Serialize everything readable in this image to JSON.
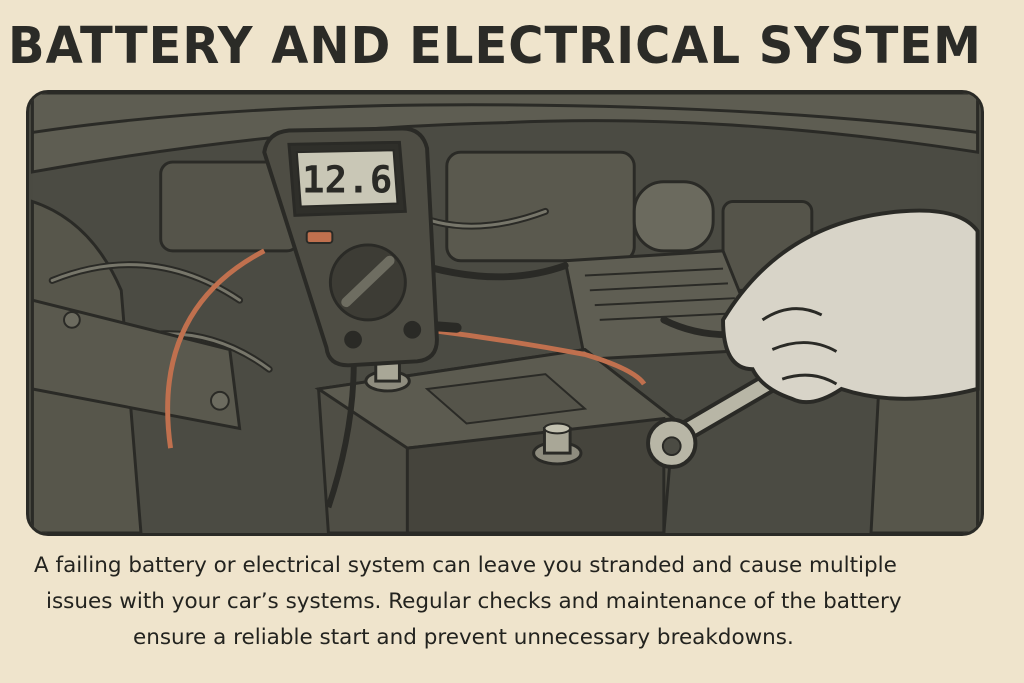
{
  "header": {
    "title": "BATTERY AND ELECTRICAL SYSTEM"
  },
  "illustration": {
    "multimeter_reading": "12.6"
  },
  "caption": {
    "line1": "A failing battery or electrical system can leave you stranded and cause multiple",
    "line2": "issues with your car’s systems. Regular checks and maintenance of the battery",
    "line3": "ensure a reliable start and prevent unnecessary breakdowns."
  },
  "colors": {
    "background": "#efe4cc",
    "ink": "#2b2b27",
    "engine_dark": "#3f3f38",
    "lead_wire": "#c0704e",
    "glove": "#d8d4c8"
  }
}
